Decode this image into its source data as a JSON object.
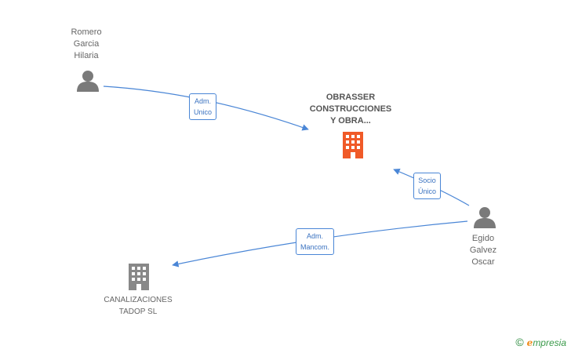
{
  "nodes": {
    "romero": {
      "lines": [
        "Romero",
        "Garcia",
        "Hilaria"
      ]
    },
    "obrasser": {
      "lines": [
        "OBRASSER",
        "CONSTRUCCIONES",
        "Y OBRA..."
      ]
    },
    "egido": {
      "lines": [
        "Egido",
        "Galvez",
        "Oscar"
      ]
    },
    "canalizaciones": {
      "lines": [
        "CANALIZACIONES",
        "TADOP SL"
      ]
    }
  },
  "edges": {
    "adm_unico": {
      "lines": [
        "Adm.",
        "Unico"
      ]
    },
    "socio_unico": {
      "lines": [
        "Socio",
        "Único"
      ]
    },
    "adm_mancom": {
      "lines": [
        "Adm.",
        "Mancom."
      ]
    }
  },
  "brand": {
    "copyright": "©",
    "e": "e",
    "rest": "mpresia"
  },
  "colors": {
    "edge": "#4a86d6",
    "person": "#7a7a7a",
    "company_main": "#f05a28",
    "company_other": "#888888"
  }
}
